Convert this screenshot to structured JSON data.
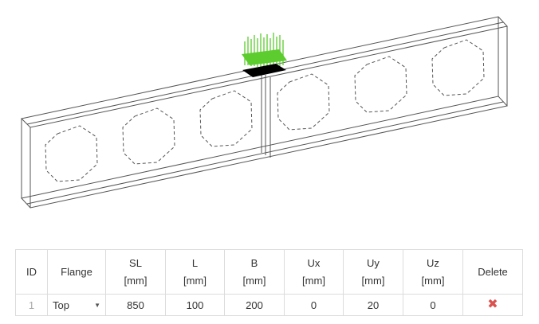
{
  "table": {
    "headers": {
      "id": "ID",
      "flange": "Flange",
      "sl": "SL",
      "l": "L",
      "b": "B",
      "ux": "Ux",
      "uy": "Uy",
      "uz": "Uz",
      "unit": "[mm]",
      "delete": "Delete"
    },
    "rows": [
      {
        "id": "1",
        "flange": "Top",
        "sl": "850",
        "l": "100",
        "b": "200",
        "ux": "0",
        "uy": "20",
        "uz": "0"
      }
    ]
  },
  "icons": {
    "dropdown": "caret-down-icon",
    "delete": "delete-x-icon"
  },
  "colors": {
    "load_green": "#5ccc2e",
    "load_plate": "#000000",
    "delete_red": "#d9534f",
    "wireframe": "#555555"
  }
}
